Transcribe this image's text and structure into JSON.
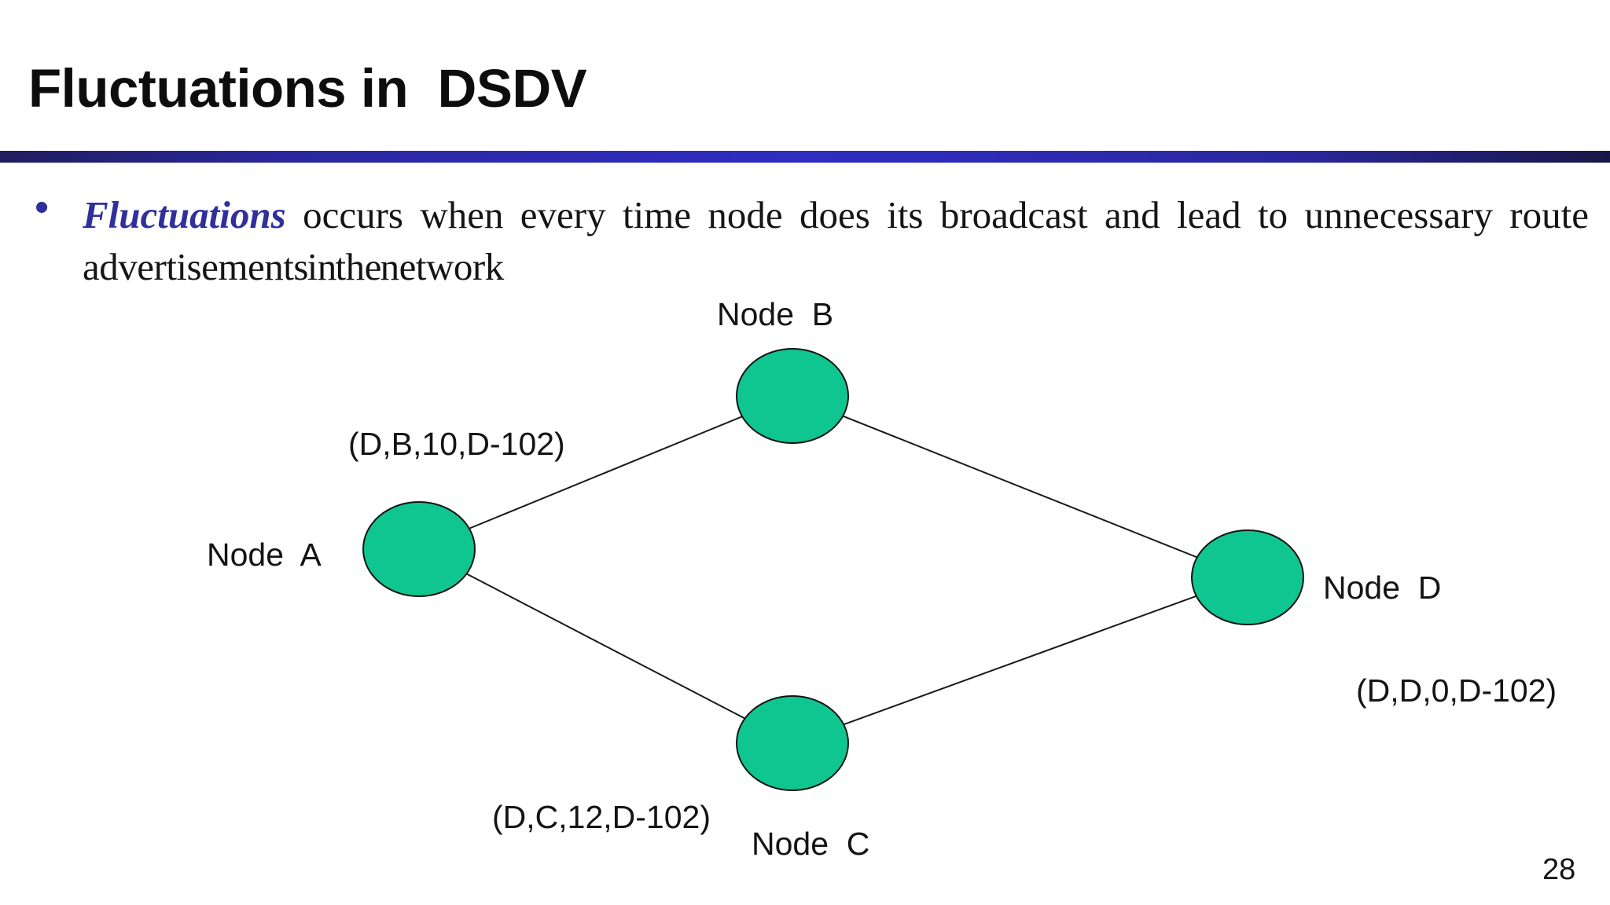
{
  "slide": {
    "title": "Fluctuations in  DSDV",
    "page_number": "28"
  },
  "bullet": {
    "marker": "•",
    "keyword": "Fluctuations",
    "line1_rest": " occurs  when every time  node does its  broadcast and lead to unnecessary route",
    "line2": "advertisements in the network"
  },
  "diagram": {
    "nodes": {
      "a": {
        "label": "Node  A"
      },
      "b": {
        "label": "Node  B"
      },
      "c": {
        "label": "Node  C"
      },
      "d": {
        "label": "Node  D"
      }
    },
    "route_labels": {
      "b": "(D,B,10,D-102)",
      "c": "(D,C,12,D-102)",
      "d": "(D,D,0,D-102)"
    },
    "edges": [
      "A-B",
      "B-D",
      "A-C",
      "C-D"
    ],
    "colors": {
      "node_fill": "#10c690",
      "node_border": "#141414",
      "edge_line": "#1a1a1a",
      "accent_blue": "#2f309c",
      "divider_blue": "#2a27a0"
    }
  }
}
